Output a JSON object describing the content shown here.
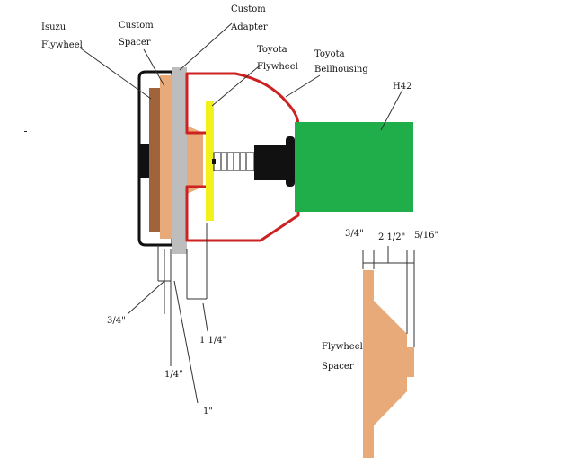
{
  "labels": {
    "isuzu_flywheel": [
      "Isuzu",
      "Flywheel"
    ],
    "custom_spacer": [
      "Custom",
      "Spacer"
    ],
    "custom_adapter": [
      "Custom",
      "Adapter"
    ],
    "toyota_flywheel": [
      "Toyota",
      "Flywheel"
    ],
    "toyota_bellhousing": [
      "Toyota",
      "Bellhousing"
    ],
    "h42": "H42",
    "flywheel_spacer": [
      "Flywheel",
      "Spacer"
    ]
  },
  "dimensions": {
    "left": {
      "d_3_4": "3/4\"",
      "d_1_4": "1/4\"",
      "d_1": "1\"",
      "d_1_1_4": "1 1/4\""
    },
    "detail": {
      "d_3_4": "3/4\"",
      "d_2_1_2": "2 1/2\"",
      "d_5_16": "5/16\""
    }
  },
  "colors": {
    "outline_black": "#111111",
    "flywheel_brown": "#a0643c",
    "spacer_tan": "#e8aa78",
    "adapter_gray": "#bdbdbd",
    "bellhousing_red": "#cc2222",
    "toyota_flywheel_yellow": "#f2f21a",
    "h42_green": "#1fae4a",
    "leader_line": "#333333"
  }
}
